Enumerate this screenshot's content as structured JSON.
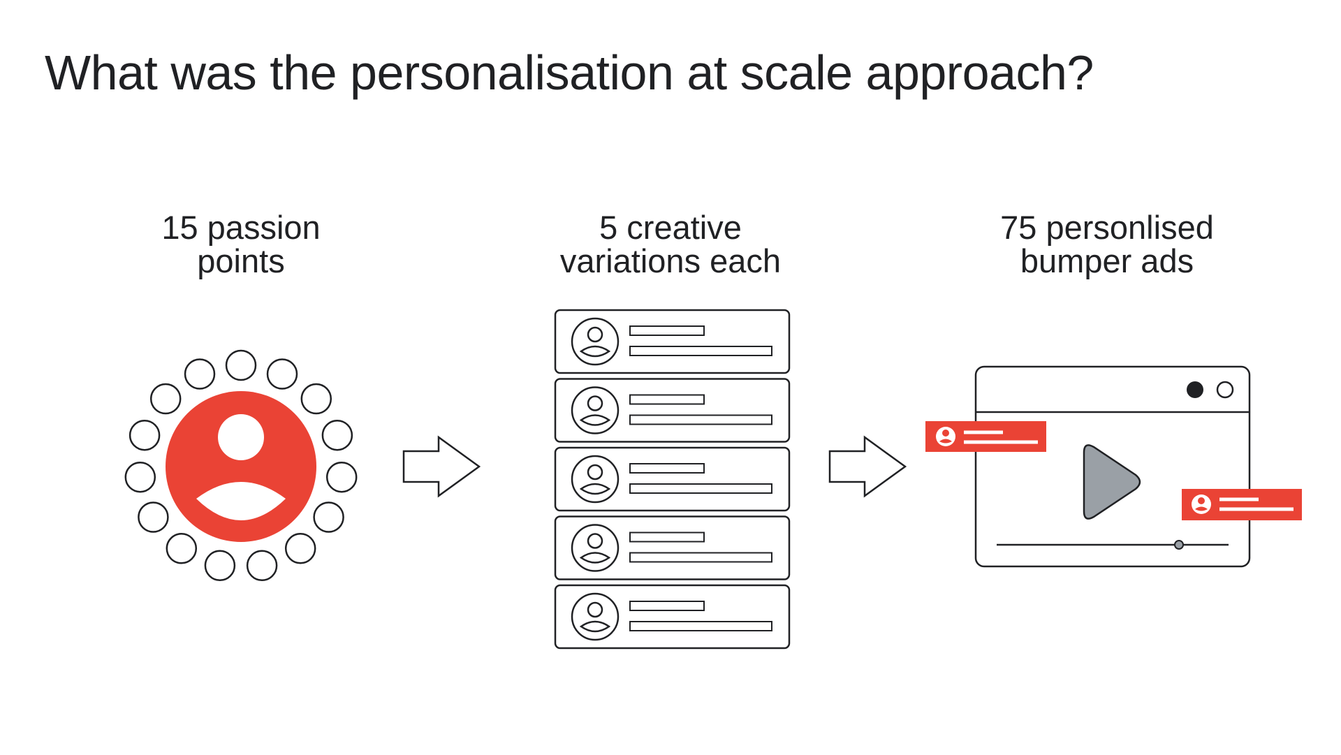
{
  "title": "What was the personalisation at scale approach?",
  "steps": [
    {
      "line1": "15 passion",
      "line2": "points"
    },
    {
      "line1": "5 creative",
      "line2": "variations each"
    },
    {
      "line1": "75 personlised",
      "line2": "bumper ads"
    }
  ],
  "colors": {
    "accent": "#EA4335",
    "stroke": "#202124",
    "play": "#9AA0A6",
    "background": "#FFFFFF"
  },
  "icons": {
    "person_hub": "person-circle-icon",
    "arrow": "right-arrow-icon",
    "variation_card": "profile-card-icon",
    "ad_window": "video-player-icon"
  }
}
